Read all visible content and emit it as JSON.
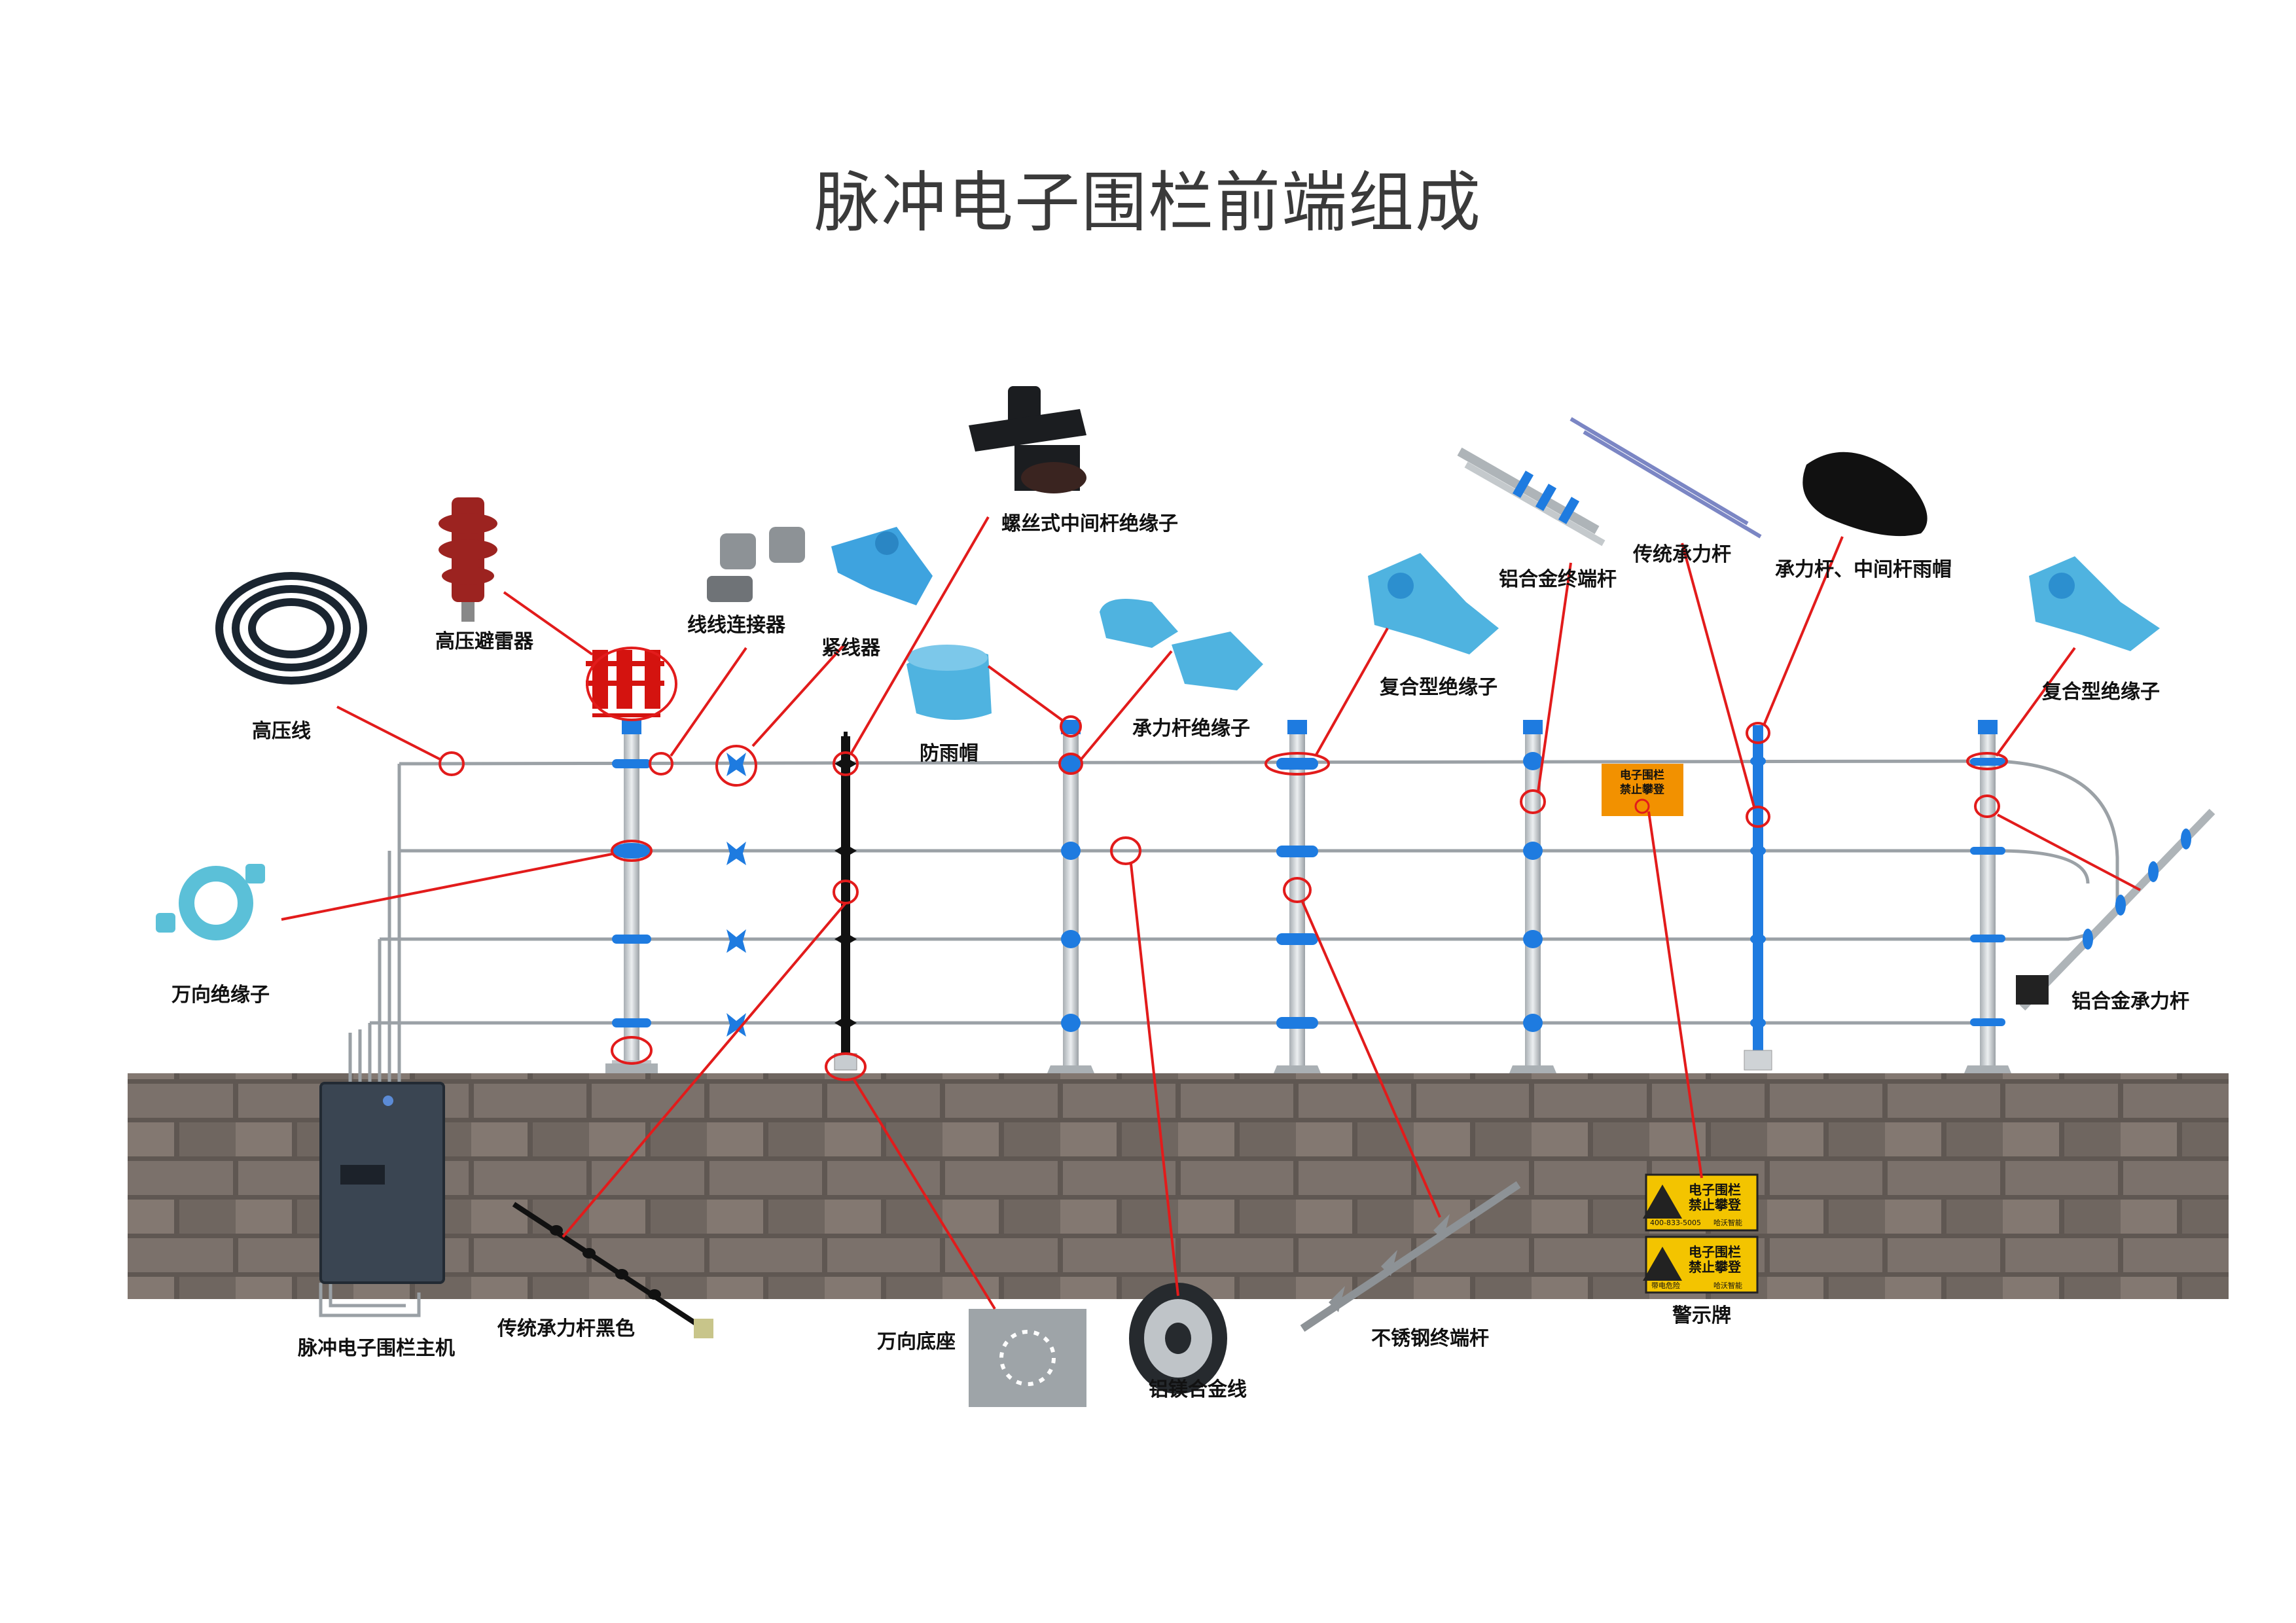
{
  "title": "脉冲电子围栏前端组成",
  "labels": {
    "hv_wire": "高压线",
    "arrester": "高压避雷器",
    "connector": "线线连接器",
    "tensioner": "紧线器",
    "screw_insulator": "螺丝式中间杆绝缘子",
    "rain_cap": "防雨帽",
    "stress_insulator": "承力杆绝缘子",
    "composite_insulator_1": "复合型绝缘子",
    "al_terminal": "铝合金终端杆",
    "trad_stress_rod": "传统承力杆",
    "pole_caps": "承力杆、中间杆雨帽",
    "composite_insulator_2": "复合型绝缘子",
    "universal_insulator": "万向绝缘子",
    "al_stress_rod": "铝合金承力杆",
    "host": "脉冲电子围栏主机",
    "trad_stress_black": "传统承力杆黑色",
    "universal_base": "万向底座",
    "al_mg_wire": "铝镁合金线",
    "ss_terminal": "不锈钢终端杆",
    "warning_sign": "警示牌"
  },
  "sign": {
    "line1": "电子围栏",
    "line2": "禁止攀登",
    "phone": "400-833-5005",
    "brand": "哈沃智能",
    "line3": "带电危险"
  },
  "colors": {
    "accent_red": "#e21b1b",
    "insulator_blue": "#1e7be0",
    "light_blue": "#4fb3e0",
    "pole_grey": "#cfd3d6",
    "brick": "#6e6560",
    "sign_yellow": "#f3c400"
  }
}
